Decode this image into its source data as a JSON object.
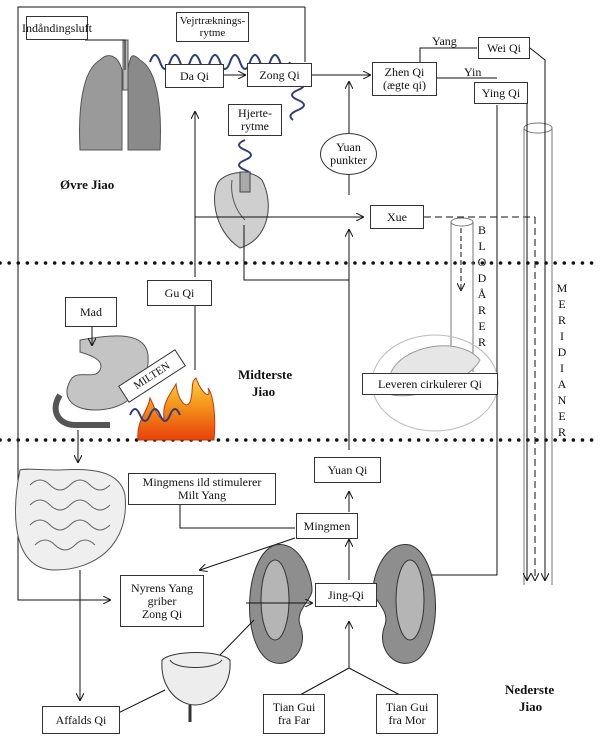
{
  "zones": {
    "upper": "Øvre Jiao",
    "middle_line1": "Midterste",
    "middle_line2": "Jiao",
    "lower_line1": "Nederste",
    "lower_line2": "Jiao"
  },
  "nodes": {
    "inhaled_air": "Indåndingsluft",
    "breathing_rhythm_1": "Vejrtræknings-",
    "breathing_rhythm_2": "rytme",
    "da_qi": "Da Qi",
    "zong_qi": "Zong Qi",
    "heart_rhythm_1": "Hjerte-",
    "heart_rhythm_2": "rytme",
    "zhen_qi_1": "Zhen Qi",
    "zhen_qi_2": "(ægte qi)",
    "wei_qi": "Wei Qi",
    "ying_qi": "Ying Qi",
    "yang": "Yang",
    "yin": "Yin",
    "yuan_points_1": "Yuan",
    "yuan_points_2": "punkter",
    "xue": "Xue",
    "blood_vessels": "BLODÅRER",
    "meridians": "MERIDIANER",
    "gu_qi": "Gu Qi",
    "food": "Mad",
    "spleen": "MILTEN",
    "liver_circulates": "Leveren cirkulerer Qi",
    "yuan_qi": "Yuan Qi",
    "mingmen_fire_1": "Mingmens ild stimulerer",
    "mingmen_fire_2": "Milt Yang",
    "mingmen": "Mingmen",
    "kidney_yang_1": "Nyrens Yang",
    "kidney_yang_2": "griber",
    "kidney_yang_3": "Zong Qi",
    "jing_qi": "Jing-Qi",
    "waste_qi": "Affalds Qi",
    "tian_gui_father_1": "Tian Gui",
    "tian_gui_father_2": "fra Far",
    "tian_gui_mother_1": "Tian Gui",
    "tian_gui_mother_2": "fra Mor"
  }
}
